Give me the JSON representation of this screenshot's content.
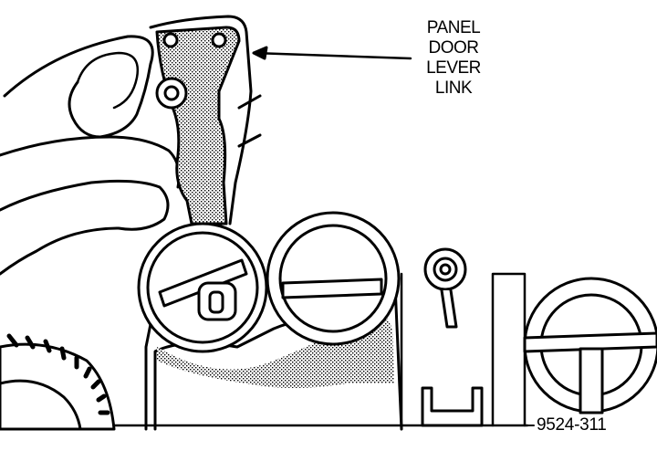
{
  "callout": {
    "lines": [
      "PANEL",
      "DOOR",
      "LEVER",
      "LINK"
    ]
  },
  "figure_number": "9524-311",
  "colors": {
    "ink": "#000000",
    "paper": "#ffffff",
    "shading": "#8a8a8a"
  }
}
